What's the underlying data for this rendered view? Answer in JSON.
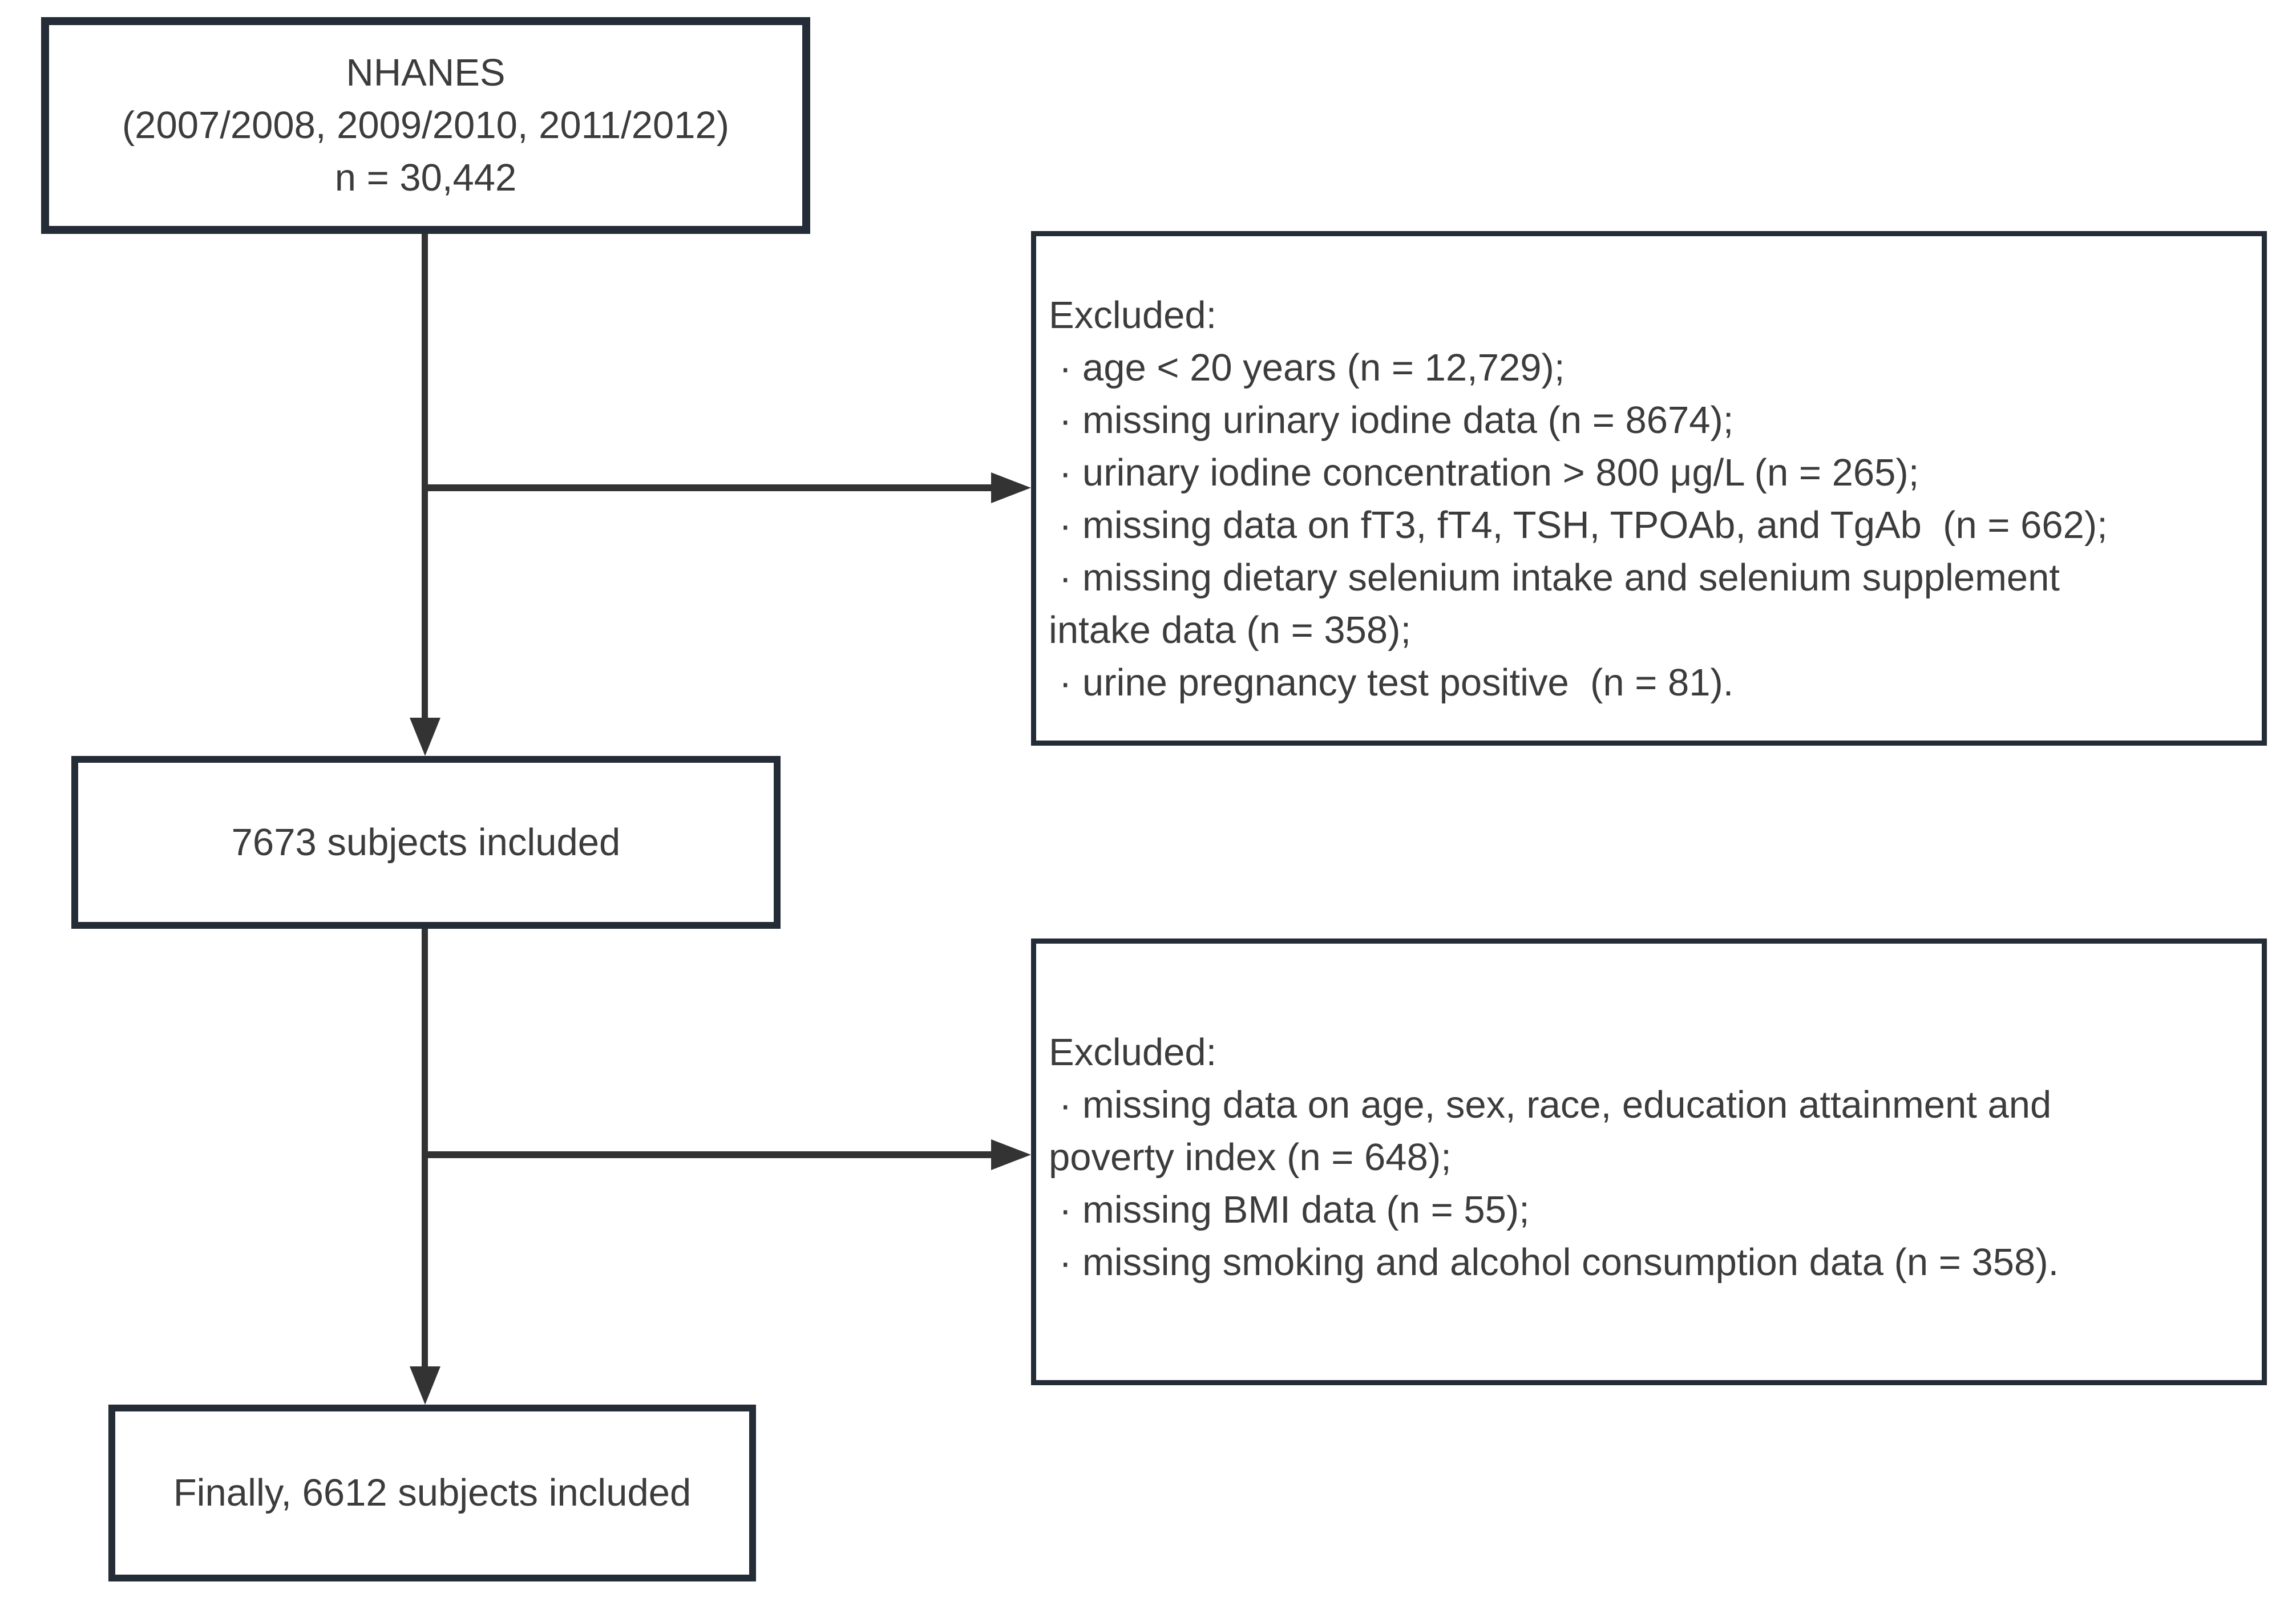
{
  "diagram": {
    "nhanes_box": {
      "lines": [
        "NHANES",
        "(2007/2008, 2009/2010, 2011/2012)",
        "n = 30,442"
      ]
    },
    "excluded_box_1": {
      "lines": [
        "Excluded:",
        "· age < 20 years (n = 12,729);",
        "· missing urinary iodine data (n = 8674);",
        "· urinary iodine concentration > 800 μg/L (n = 265);",
        "· missing data on fT3, fT4, TSH, TPOAb, and TgAb  (n = 662);",
        "· missing dietary selenium intake and selenium supplement",
        "intake data (n = 358);",
        "· urine pregnancy test positive  (n = 81)."
      ]
    },
    "included_box": {
      "text": "7673 subjects included"
    },
    "excluded_box_2": {
      "lines": [
        "Excluded:",
        "· missing data on age, sex, race, education attainment and",
        "poverty index (n = 648);",
        "· missing BMI data (n = 55);",
        "· missing smoking and alcohol consumption data (n = 358)."
      ]
    },
    "final_box": {
      "text": "Finally, 6612 subjects included"
    }
  },
  "colors": {
    "background": "#ffffff",
    "box_border": "#242c37",
    "connector": "#333333",
    "text": "#3c3c3c"
  }
}
